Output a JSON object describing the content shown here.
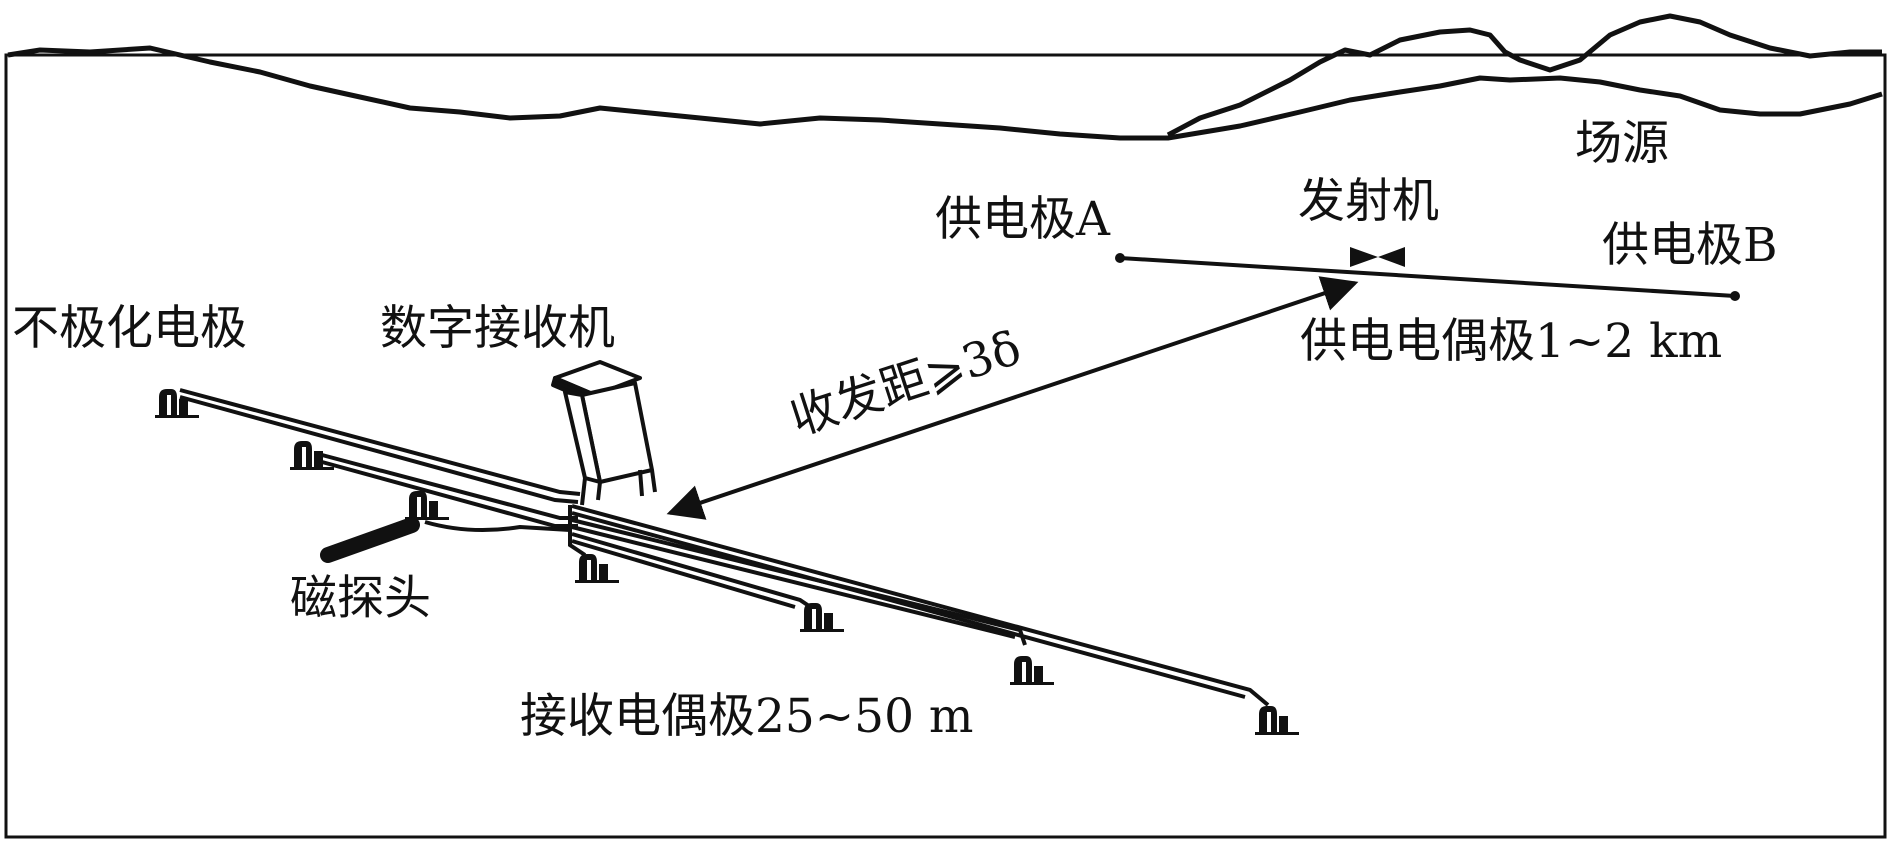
{
  "labels": {
    "field_source": "场源",
    "electrode_a": "供电极A",
    "transmitter": "发射机",
    "electrode_b": "供电极B",
    "transmit_dipole": "供电电偶极1~2 km",
    "nonpolarizing_electrode": "不极化电极",
    "digital_receiver": "数字接收机",
    "offset": "收发距⩾3δ",
    "magnetic_probe": "磁探头",
    "receive_dipole": "接收电偶极25~50 m"
  },
  "colors": {
    "ink": "#111111",
    "background": "#ffffff"
  }
}
